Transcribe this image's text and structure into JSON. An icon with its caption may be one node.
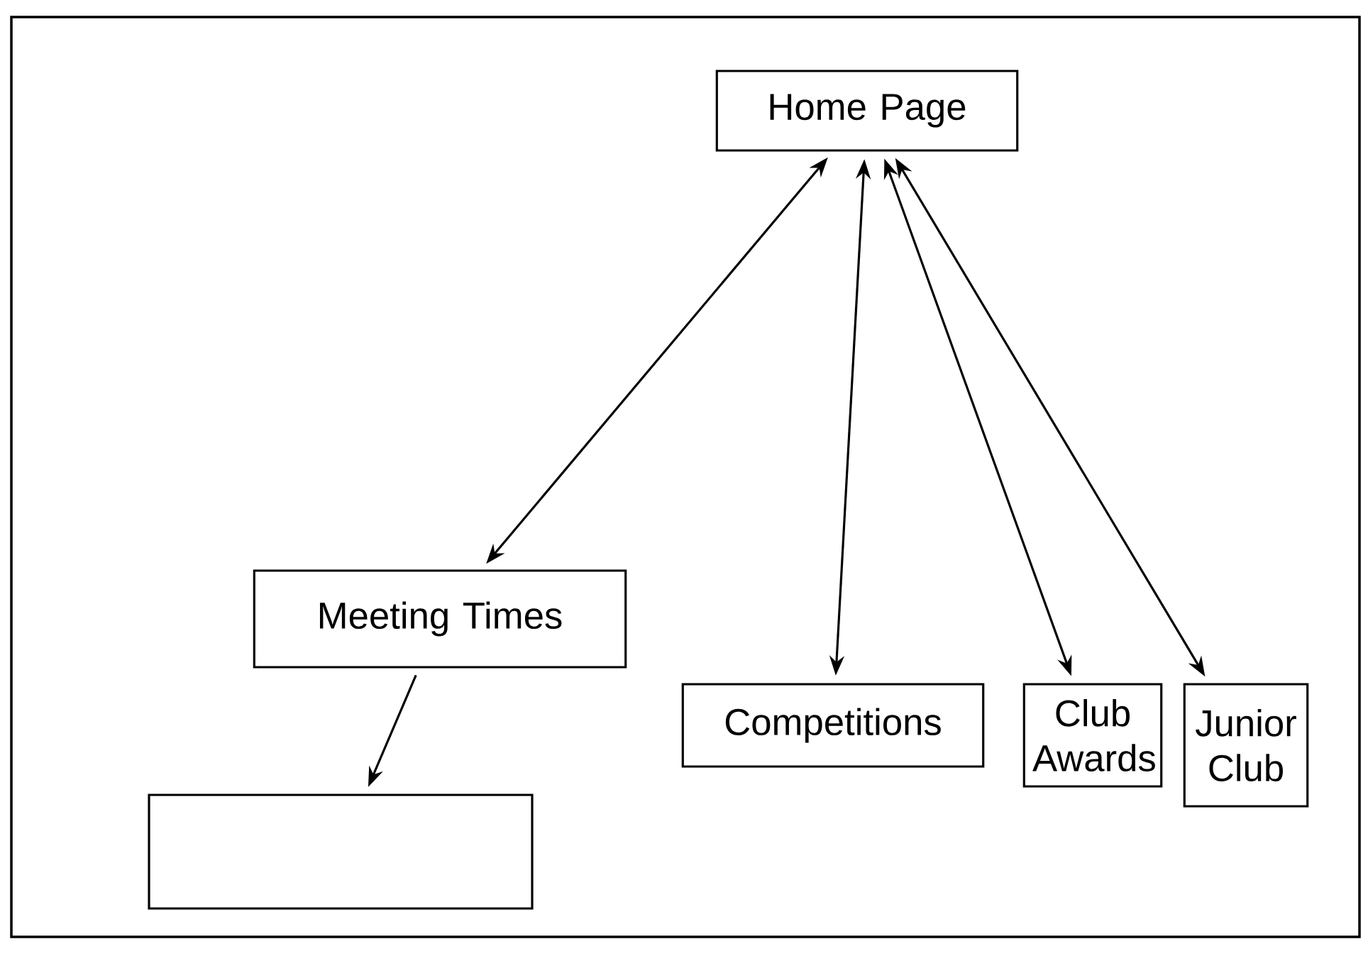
{
  "diagram": {
    "nodes": [
      {
        "text": [
          "Home Page"
        ]
      },
      {
        "text": [
          "Meeting Times"
        ]
      },
      {
        "text": [
          "Competitions"
        ]
      },
      {
        "text": [
          "Club Awards"
        ]
      },
      {
        "text": [
          "Junior Club"
        ]
      },
      {
        "text": [],
        "shape": "box"
      }
    ],
    "edges": [
      {
        "from": 0,
        "to": 1,
        "arrow": "both"
      },
      {
        "from": 0,
        "to": 2,
        "arrow": "both"
      },
      {
        "from": 0,
        "to": 3,
        "arrow": "both"
      },
      {
        "from": 0,
        "to": 4,
        "arrow": "both"
      },
      {
        "from": 1,
        "to": 5,
        "arrow": "to"
      }
    ]
  }
}
